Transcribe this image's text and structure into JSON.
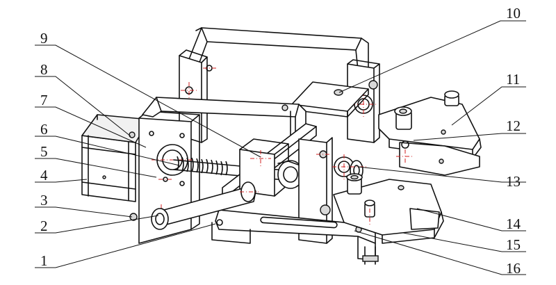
{
  "labels": [
    {
      "id": "1",
      "text": "1"
    },
    {
      "id": "2",
      "text": "2"
    },
    {
      "id": "3",
      "text": "3"
    },
    {
      "id": "4",
      "text": "4"
    },
    {
      "id": "5",
      "text": "5"
    },
    {
      "id": "6",
      "text": "6"
    },
    {
      "id": "7",
      "text": "7"
    },
    {
      "id": "8",
      "text": "8"
    },
    {
      "id": "9",
      "text": "9"
    },
    {
      "id": "10",
      "text": "10"
    },
    {
      "id": "11",
      "text": "11"
    },
    {
      "id": "12",
      "text": "12"
    },
    {
      "id": "13",
      "text": "13"
    },
    {
      "id": "14",
      "text": "14"
    },
    {
      "id": "15",
      "text": "15"
    },
    {
      "id": "16",
      "text": "16"
    }
  ],
  "colors": {
    "line": "#111111",
    "centerline": "#d02020",
    "background": "#ffffff"
  }
}
